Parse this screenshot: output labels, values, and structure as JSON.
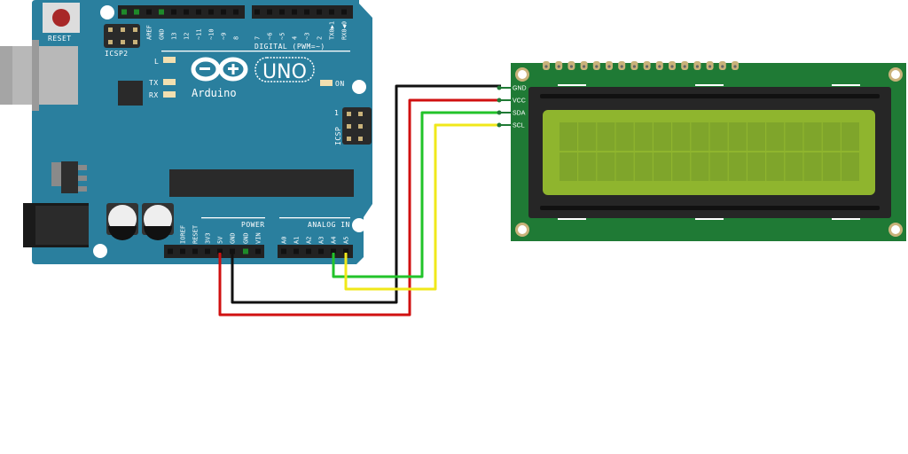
{
  "arduino": {
    "reset_label": "RESET",
    "icsp2_label": "ICSP2",
    "icsp_label": "ICSP",
    "icsp_pin1": "1",
    "led_l": "L",
    "led_tx": "TX",
    "led_rx": "RX",
    "led_on": "ON",
    "logo_text": "Arduino",
    "model": "UNO",
    "digital_label": "DIGITAL (PWM=~)",
    "power_label": "POWER",
    "analog_label": "ANALOG IN",
    "digital_pins_a": [
      "AREF",
      "GND",
      "13",
      "12",
      "~11",
      "~10",
      "~9",
      "8"
    ],
    "digital_pins_b": [
      "7",
      "~6",
      "~5",
      "4",
      "~3",
      "2",
      "TX0▶1",
      "RX0◀0"
    ],
    "power_pins": [
      "IOREF",
      "RESET",
      "3V3",
      "5V",
      "GND",
      "GND",
      "VIN"
    ],
    "analog_pins": [
      "A0",
      "A1",
      "A2",
      "A3",
      "A4",
      "A5"
    ],
    "board_color": "#2a7f9e"
  },
  "lcd": {
    "pins": [
      "GND",
      "VCC",
      "SDA",
      "SCL"
    ],
    "pcb_color": "#1f7a35",
    "screen_color": "#8fb52e",
    "columns": 16,
    "rows": 2
  },
  "wires": [
    {
      "from": "5V",
      "to": "VCC",
      "color": "#d01010"
    },
    {
      "from": "GND",
      "to": "GND",
      "color": "#111111"
    },
    {
      "from": "A4",
      "to": "SDA",
      "color": "#22c32a"
    },
    {
      "from": "A5",
      "to": "SCL",
      "color": "#f0e81a"
    }
  ]
}
